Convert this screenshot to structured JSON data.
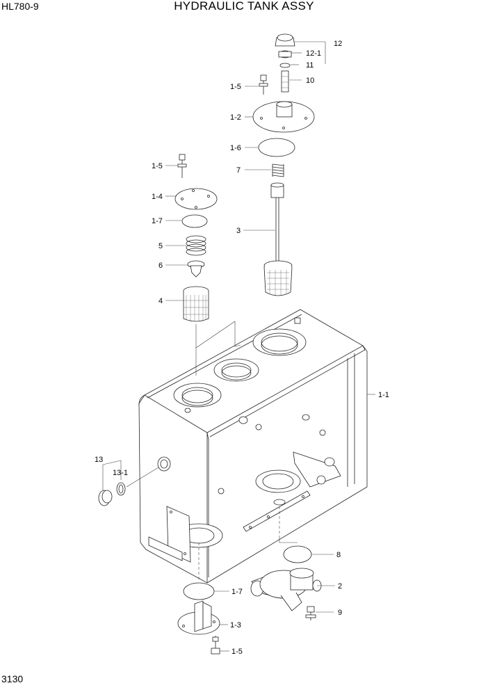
{
  "header": {
    "model": "HL780-9",
    "title": "HYDRAULIC TANK ASSY"
  },
  "footer": {
    "page_number": "3130"
  },
  "callouts": {
    "c12": "12",
    "c12_1": "12-1",
    "c11": "11",
    "c10": "10",
    "c1_5_top": "1-5",
    "c1_2": "1-2",
    "c1_6": "1-6",
    "c7": "7",
    "c1_5_left": "1-5",
    "c1_4": "1-4",
    "c1_7_top": "1-7",
    "c5": "5",
    "c6": "6",
    "c4": "4",
    "c3": "3",
    "c1_1": "1-1",
    "c13": "13",
    "c13_1": "13-1",
    "c8": "8",
    "c2": "2",
    "c1_7_bottom": "1-7",
    "c9": "9",
    "c1_3": "1-3",
    "c1_5_bottom": "1-5"
  }
}
